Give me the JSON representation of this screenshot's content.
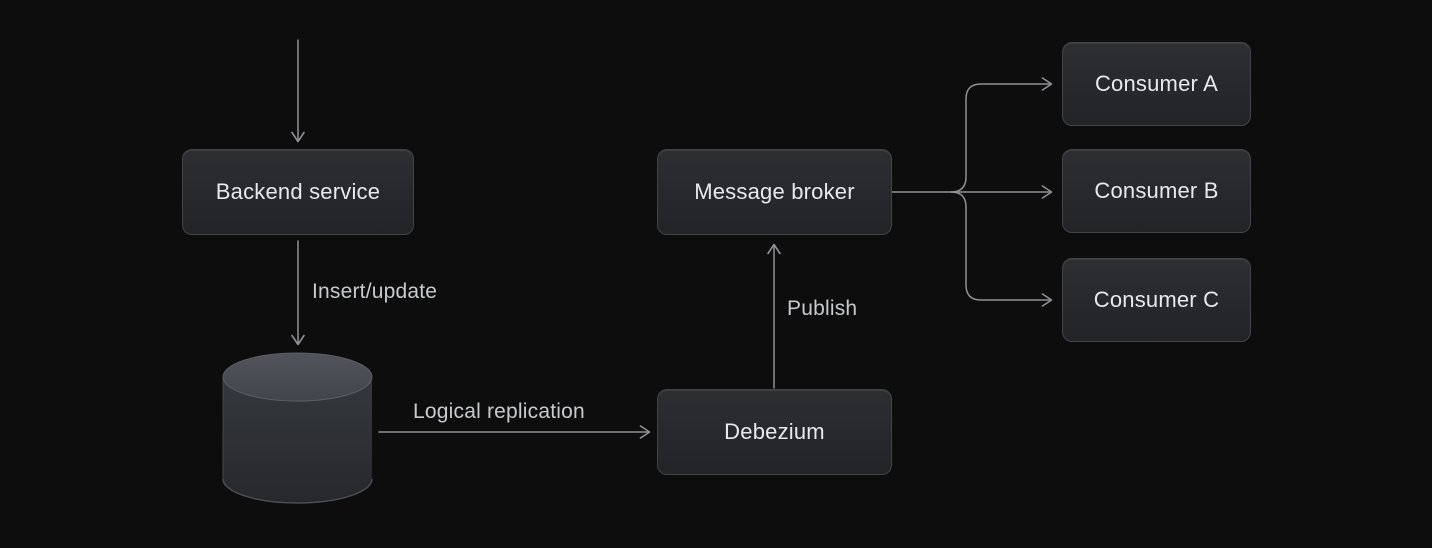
{
  "nodes": {
    "backend_service": "Backend service",
    "debezium": "Debezium",
    "message_broker": "Message broker",
    "consumer_a": "Consumer A",
    "consumer_b": "Consumer B",
    "consumer_c": "Consumer C"
  },
  "edge_labels": {
    "insert_update": "Insert/update",
    "logical_replication": "Logical replication",
    "publish": "Publish"
  },
  "icons": {
    "database": "database-cylinder-icon"
  },
  "colors": {
    "background": "#0d0d0e",
    "connector_line": "#8f9195",
    "node_background_top": "#2e2f33",
    "node_background_bottom": "#232428",
    "node_border": "#434448",
    "node_text": "#e8e9eb",
    "edge_label_text": "#c8cacd",
    "cylinder_top": "#4f525a",
    "cylinder_body_top": "#35383e",
    "cylinder_body_bottom": "#26282c"
  }
}
